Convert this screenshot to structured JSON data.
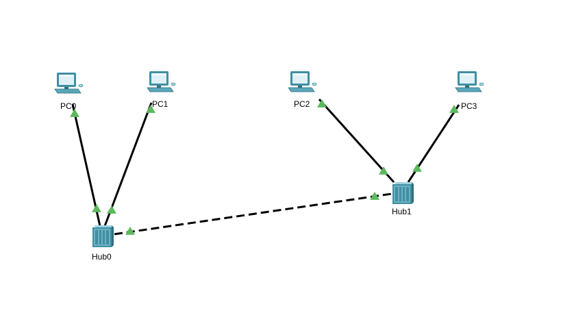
{
  "colors": {
    "background": "#ffffff",
    "link": "#000000",
    "link_up": "#5cb85c",
    "device_body": "#3f8fa3",
    "device_light": "#9fd3df",
    "screen": "#dff1f6"
  },
  "devices": [
    {
      "id": "pc0",
      "type": "pc",
      "label": "PC0",
      "icon": "pc-icon"
    },
    {
      "id": "pc1",
      "type": "pc",
      "label": "PC1",
      "icon": "pc-icon"
    },
    {
      "id": "pc2",
      "type": "pc",
      "label": "PC2",
      "icon": "pc-icon"
    },
    {
      "id": "pc3",
      "type": "pc",
      "label": "PC3",
      "icon": "pc-icon"
    },
    {
      "id": "hub0",
      "type": "hub",
      "label": "Hub0",
      "icon": "hub-icon"
    },
    {
      "id": "hub1",
      "type": "hub",
      "label": "Hub1",
      "icon": "hub-icon"
    }
  ],
  "links": [
    {
      "from": "pc0",
      "to": "hub0",
      "cable": "straight-through",
      "status": "up"
    },
    {
      "from": "pc1",
      "to": "hub0",
      "cable": "straight-through",
      "status": "up"
    },
    {
      "from": "pc2",
      "to": "hub1",
      "cable": "straight-through",
      "status": "up"
    },
    {
      "from": "pc3",
      "to": "hub1",
      "cable": "straight-through",
      "status": "up"
    },
    {
      "from": "hub0",
      "to": "hub1",
      "cable": "crossover",
      "status": "up"
    }
  ]
}
